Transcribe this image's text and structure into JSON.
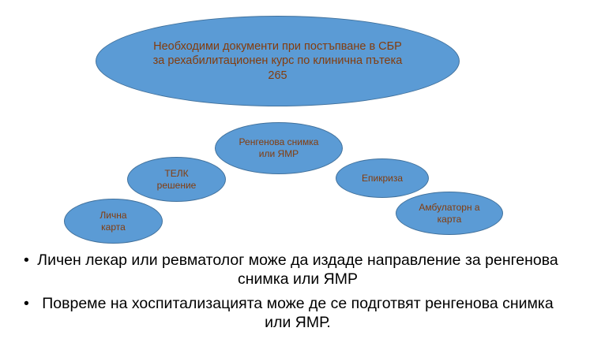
{
  "diagram": {
    "title": "Необходими документи  при постъпване в СБР за рехабилитационен курс по клинична пътека 265",
    "nodes": [
      {
        "id": "rentgen",
        "label": "Ренгенова снимка или ЯМР"
      },
      {
        "id": "telk",
        "label": "ТЕЛК решение"
      },
      {
        "id": "epikriza",
        "label": "Епикриза"
      },
      {
        "id": "lichna",
        "label": "Лична карта"
      },
      {
        "id": "ambul",
        "label": "Амбулаторн а карта"
      }
    ]
  },
  "bullets": [
    {
      "marker": "•",
      "text": "Личен лекар или ревматолог може да издаде направление за ренгенова снимка или ЯМР"
    },
    {
      "marker": "•",
      "text": "Повреме на хоспитализацията може де се подготвят ренгенова снимка или ЯМР."
    }
  ],
  "colors": {
    "node_fill": "#5b9bd5",
    "node_border": "#41719c",
    "node_text": "#843c0c"
  }
}
